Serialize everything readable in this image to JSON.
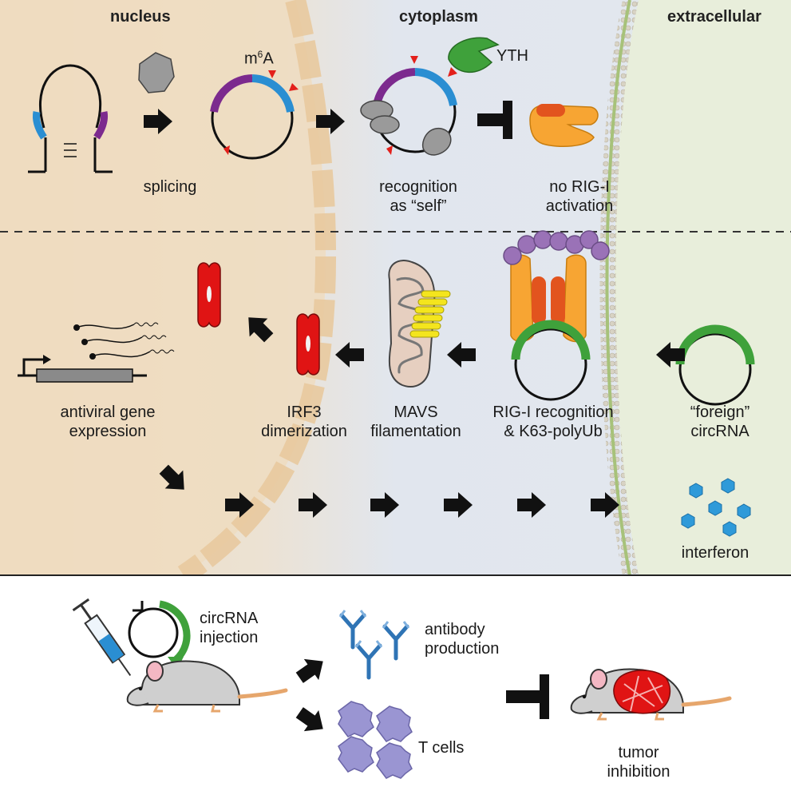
{
  "headers": {
    "nucleus": "nucleus",
    "cytoplasm": "cytoplasm",
    "extracellular": "extracellular"
  },
  "top_pathway": {
    "m6a_base": "m",
    "m6a_sup": "6",
    "m6a_tail": "A",
    "yth": "YTH",
    "splicing": "splicing",
    "recognition": "recognition\nas “self”",
    "no_rigi": "no RIG-I\nactivation"
  },
  "bottom_pathway": {
    "antiviral": "antiviral gene\nexpression",
    "irf3": "IRF3\ndimerization",
    "mavs": "MAVS\nfilamentation",
    "rigi": "RIG-I recognition\n& K63-polyUb",
    "foreign": "“foreign”\ncircRNA",
    "interferon": "interferon"
  },
  "vaccine_panel": {
    "injection": "circRNA\ninjection",
    "antibody": "antibody\nproduction",
    "tcells": "T cells",
    "tumor": "tumor\ninhibition"
  },
  "colors": {
    "nucleus_fill": "#efdcbf",
    "cytoplasm_fill": "#e1e6ee",
    "extracellular_fill": "#e8eedb",
    "circ_blue": "#2a8ed2",
    "circ_purple": "#7c2a8e",
    "m6a_red": "#e3201b",
    "yth_green": "#3fa13b",
    "rigi_orange": "#f7a533",
    "irf3_red": "#e01414",
    "ubiquitin_purple": "#9a72b7",
    "antibody_blue": "#2f74b5",
    "tcell_lavender": "#9a95d2",
    "interferon_blue": "#2f9ad9"
  }
}
